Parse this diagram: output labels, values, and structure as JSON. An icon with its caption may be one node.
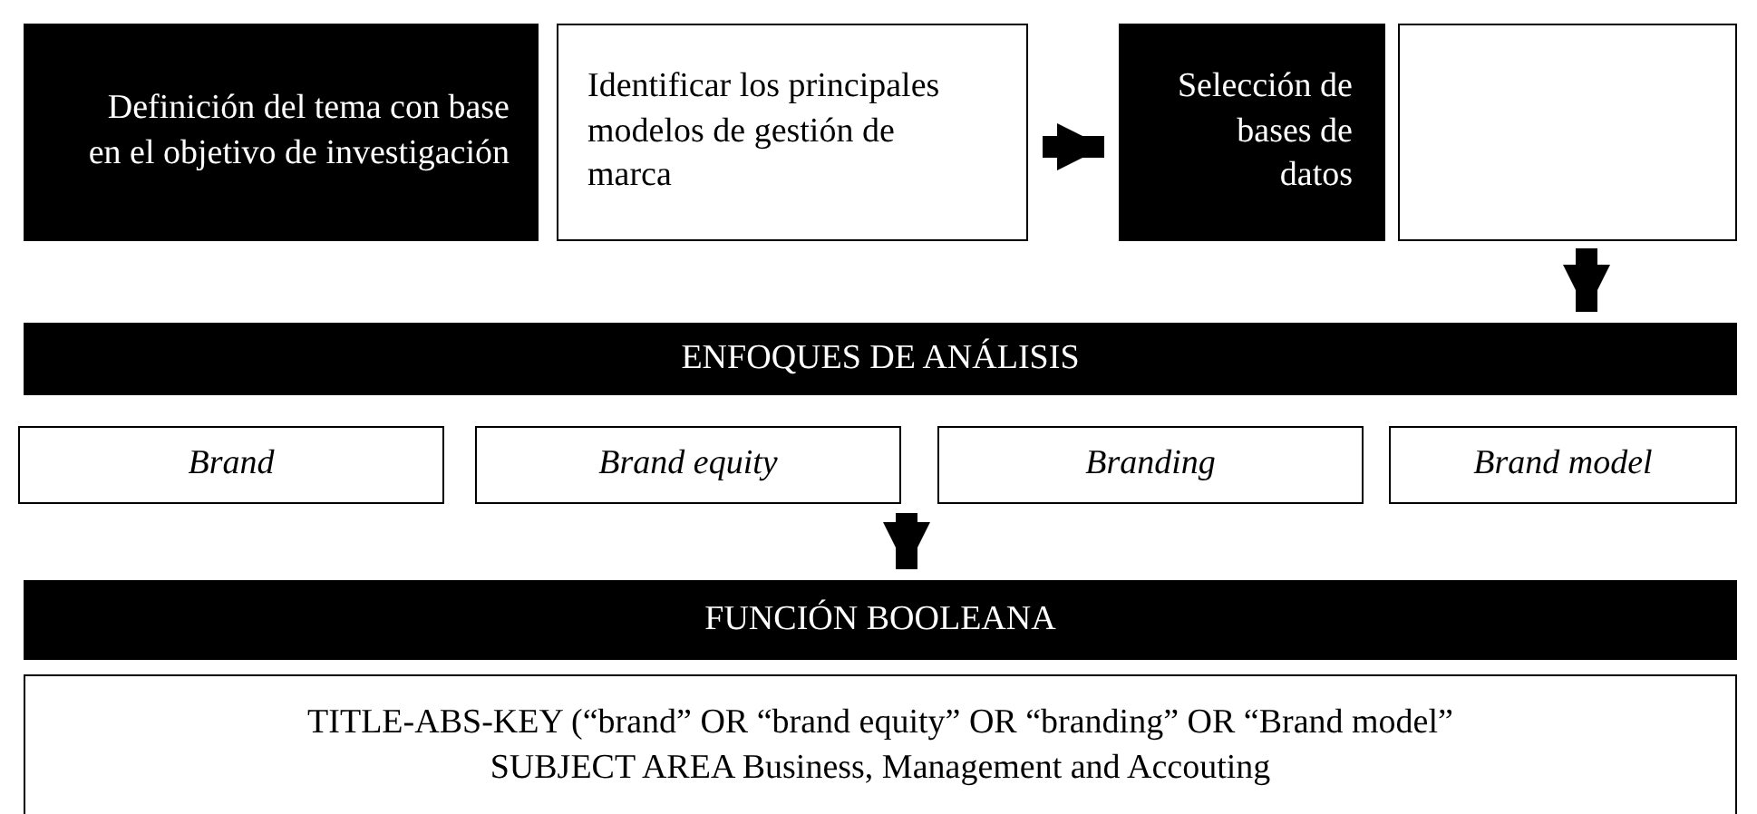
{
  "diagram": {
    "nodes": [
      {
        "text": [
          "Definición del tema con base en el objetivo de investigación"
        ]
      },
      {
        "text": [
          "Identificar los principales modelos de gestión de marca"
        ]
      },
      {
        "text": [
          "Selección de bases de datos"
        ]
      },
      {
        "text": [],
        "shape": "box"
      },
      {
        "text": [
          "ENFOQUES DE ANÁLISIS"
        ]
      },
      {
        "text": [
          "Brand"
        ]
      },
      {
        "text": [
          "Brand equity"
        ]
      },
      {
        "text": [
          "Branding"
        ]
      },
      {
        "text": [
          "Brand model"
        ]
      },
      {
        "text": [
          "FUNCIÓN BOOLEANA"
        ]
      },
      {
        "text": [
          "TITLE-ABS-KEY (“brand” OR “brand equity” OR “branding” OR “Brand model”",
          "SUBJECT AREA Business, Management and Accouting"
        ]
      }
    ],
    "edges": [
      {
        "from": 1,
        "to": 2,
        "arrow": "to"
      },
      {
        "from": 3,
        "to": 4,
        "arrow": "to"
      },
      {
        "from": 6,
        "to": 9,
        "arrow": "to"
      }
    ]
  }
}
